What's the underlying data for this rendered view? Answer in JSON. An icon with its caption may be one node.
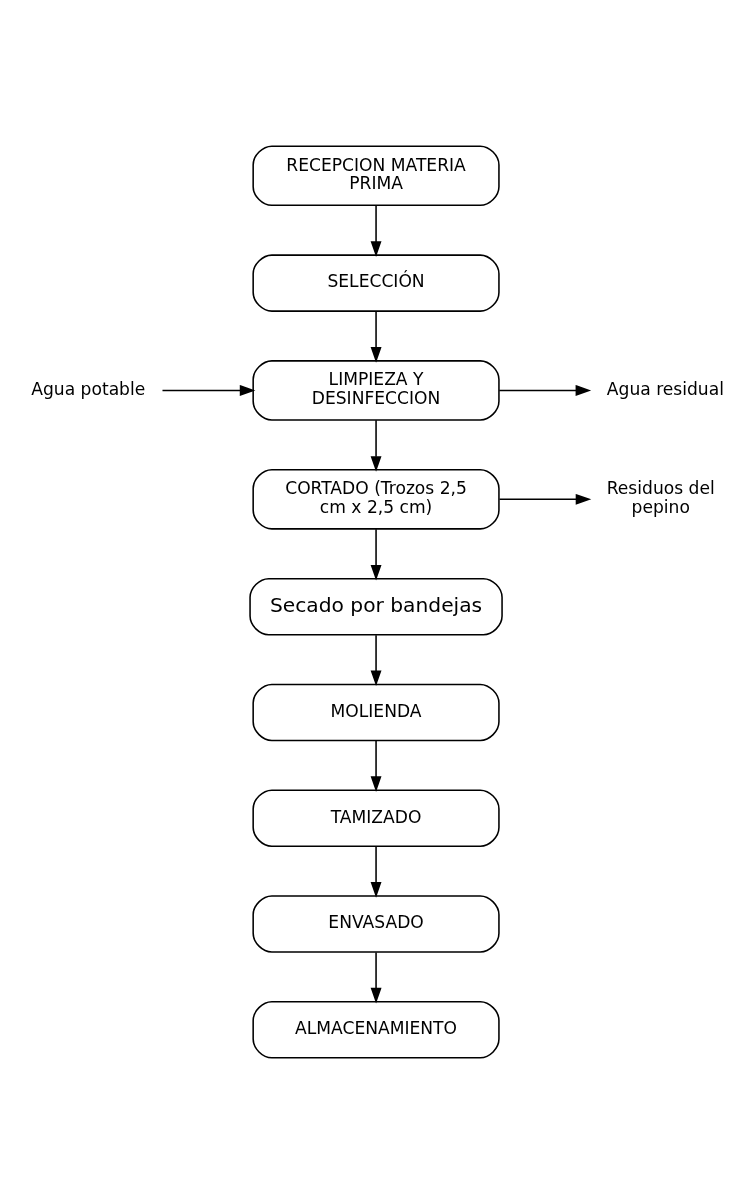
{
  "diagram": {
    "nodes": [
      {
        "text": [
          "RECEPCION MATERIA PRIMA"
        ]
      },
      {
        "text": [
          "SELECCIÓN"
        ]
      },
      {
        "text": [
          "Agua potable"
        ]
      },
      {
        "text": [
          "LIMPIEZA Y DESINFECCION"
        ]
      },
      {
        "text": [
          "Agua residual"
        ]
      },
      {
        "text": [
          "CORTADO (Trozos 2,5 cm x 2,5 cm)"
        ]
      },
      {
        "text": [
          "Residuos del pepino"
        ]
      },
      {
        "text": [
          "Secado por bandejas"
        ]
      },
      {
        "text": [
          "MOLIENDA"
        ]
      },
      {
        "text": [
          "TAMIZADO"
        ]
      },
      {
        "text": [
          "ENVASADO"
        ]
      },
      {
        "text": [
          "ALMACENAMIENTO"
        ]
      }
    ],
    "edges": [
      {
        "from": 0,
        "to": 1,
        "arrow": "to"
      },
      {
        "from": 1,
        "to": 3,
        "arrow": "to"
      },
      {
        "from": 2,
        "to": 3,
        "arrow": "to"
      },
      {
        "from": 3,
        "to": 4,
        "arrow": "to"
      },
      {
        "from": 3,
        "to": 5,
        "arrow": "to"
      },
      {
        "from": 5,
        "to": 6,
        "arrow": "to"
      },
      {
        "from": 5,
        "to": 7,
        "arrow": "to"
      },
      {
        "from": 7,
        "to": 8,
        "arrow": "to"
      },
      {
        "from": 8,
        "to": 9,
        "arrow": "to"
      },
      {
        "from": 9,
        "to": 10,
        "arrow": "to"
      },
      {
        "from": 10,
        "to": 11,
        "arrow": "to"
      }
    ]
  }
}
